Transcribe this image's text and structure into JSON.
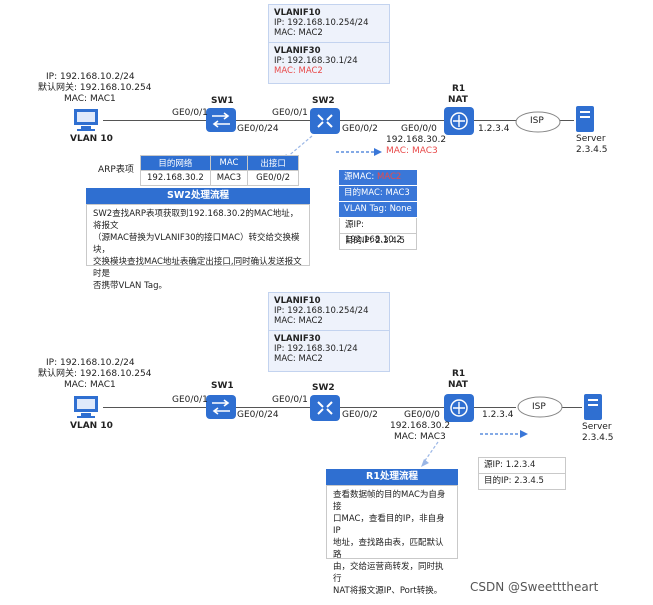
{
  "top": {
    "vlanif10": {
      "title": "VLANIF10",
      "ip": "IP: 192.168.10.254/24",
      "mac": "MAC: MAC2"
    },
    "vlanif30": {
      "title": "VLANIF30",
      "ip": "IP: 192.168.30.1/24",
      "mac": "MAC: MAC2"
    },
    "pc": {
      "ip": "IP: 192.168.10.2/24",
      "gw": "默认网关: 192.168.10.254",
      "mac": "MAC: MAC1",
      "vlan": "VLAN 10"
    },
    "sw1": {
      "name": "SW1",
      "port_left": "GE0/0/1",
      "port_right": "GE0/0/24"
    },
    "sw2": {
      "name": "SW2",
      "port_left": "GE0/0/1",
      "port_right": "GE0/0/2"
    },
    "r1": {
      "name": "R1",
      "sub": "NAT",
      "port": "GE0/0/0",
      "ip": "192.168.30.2",
      "mac": "MAC: MAC3",
      "wan": "1.2.3.4"
    },
    "isp": "ISP",
    "server": {
      "name": "Server",
      "ip": "2.3.4.5"
    },
    "arp_label": "ARP表项",
    "arp_headers": [
      "目的网络",
      "MAC",
      "出接口"
    ],
    "arp_row": [
      "192.168.30.2",
      "MAC3",
      "GE0/0/2"
    ],
    "process_title": "SW2处理流程",
    "process_text": [
      "SW2查找ARP表项获取到192.168.30.2的MAC地址，将报文",
      "（源MAC替换为VLANIF30的接口MAC）转交给交换模块，",
      "交换模块查找MAC地址表确定出接口,同时确认发送报文时是",
      "否携带VLAN Tag。"
    ],
    "packet_src_mac_label": "源MAC: ",
    "packet_src_mac_value": "MAC2",
    "packet_dst_mac": "目的MAC: MAC3",
    "packet_vlan_tag": "VLAN Tag: None",
    "packet_src_ip": "源IP: 192.168.10.2",
    "packet_dst_ip": "目的IP: 2.3.4.5"
  },
  "bottom": {
    "vlanif10": {
      "title": "VLANIF10",
      "ip": "IP: 192.168.10.254/24",
      "mac": "MAC: MAC2"
    },
    "vlanif30": {
      "title": "VLANIF30",
      "ip": "IP: 192.168.30.1/24",
      "mac": "MAC: MAC2"
    },
    "pc": {
      "ip": "IP: 192.168.10.2/24",
      "gw": "默认网关: 192.168.10.254",
      "mac": "MAC: MAC1",
      "vlan": "VLAN 10"
    },
    "sw1": {
      "name": "SW1",
      "port_left": "GE0/0/1",
      "port_right": "GE0/0/24"
    },
    "sw2": {
      "name": "SW2",
      "port_left": "GE0/0/1",
      "port_right": "GE0/0/2"
    },
    "r1": {
      "name": "R1",
      "sub": "NAT",
      "port": "GE0/0/0",
      "ip": "192.168.30.2",
      "mac": "MAC: MAC3",
      "wan": "1.2.3.4"
    },
    "isp": "ISP",
    "server": {
      "name": "Server",
      "ip": "2.3.4.5"
    },
    "process_title": "R1处理流程",
    "process_text": [
      "查看数据帧的目的MAC为自身接",
      "口MAC，查看目的IP，非自身IP",
      "地址，查找路由表，匹配默认路",
      "由，交给运营商转发，同时执行",
      "NAT将报文源IP、Port转换。"
    ],
    "packet_src_ip": "源IP:  1.2.3.4",
    "packet_dst_ip": "目的IP:  2.3.4.5"
  },
  "watermark": "CSDN @Sweetttheart",
  "colors": {
    "accent": "#2f6fd1",
    "highlight": "#e84a4a",
    "panel": "#eef2fb"
  }
}
